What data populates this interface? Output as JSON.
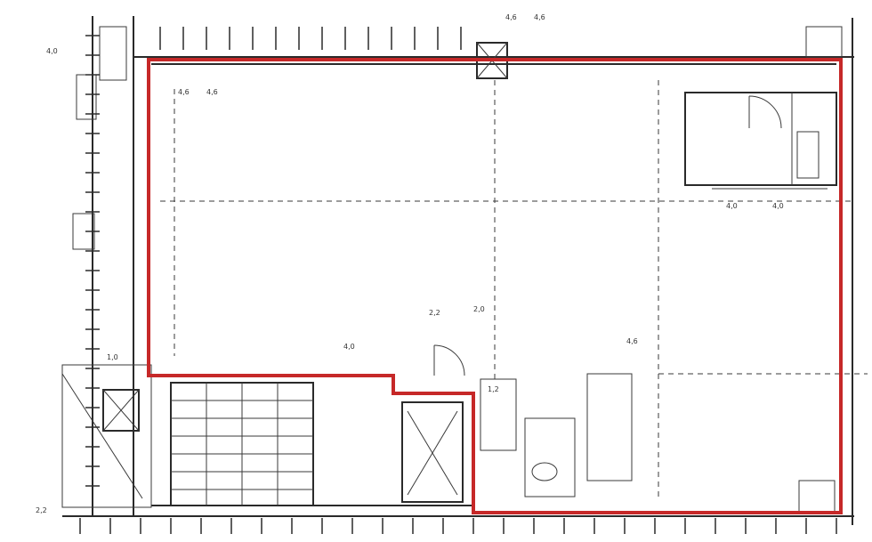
{
  "plan": {
    "boundary_color": "#c62828",
    "line_color": "#2a2a2a",
    "dimension_labels": [
      "4,6",
      "4,6",
      "4,0",
      "4,6",
      "2,2",
      "2,0",
      "4,0",
      "4,6",
      "4,0",
      "4,0",
      "1,0",
      "1,2",
      "2,2",
      "4,6"
    ]
  }
}
